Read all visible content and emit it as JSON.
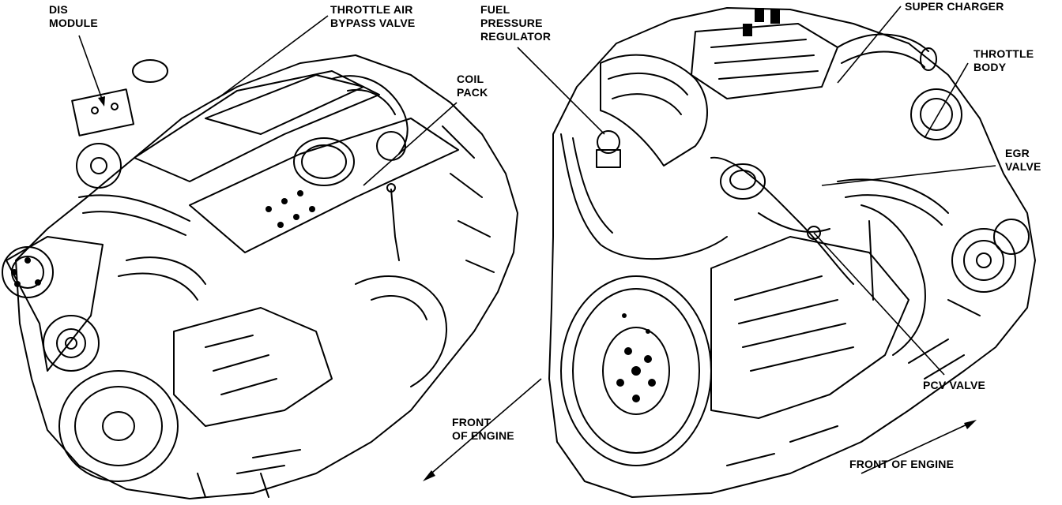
{
  "labels": {
    "dis_module": "DIS\nMODULE",
    "throttle_air_bypass": "THROTTLE AIR\nBYPASS VALVE",
    "coil_pack": "COIL\nPACK",
    "fuel_pressure_regulator": "FUEL\nPRESSURE\nREGULATOR",
    "super_charger": "SUPER CHARGER",
    "throttle_body": "THROTTLE\nBODY",
    "egr_valve": "EGR\nVALVE",
    "pcv_valve": "PCV VALVE",
    "front_left": "FRONT\nOF ENGINE",
    "front_right": "FRONT OF ENGINE"
  },
  "colors": {
    "ink": "#000000",
    "paper": "#ffffff"
  }
}
